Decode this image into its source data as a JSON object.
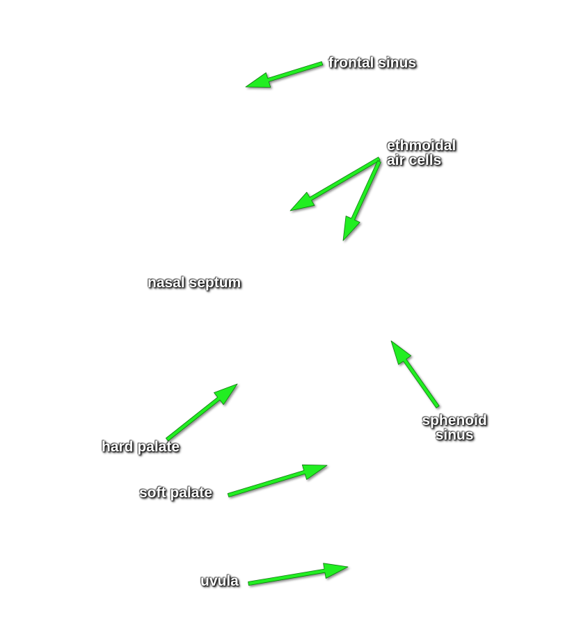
{
  "labels": {
    "frontal_sinus": "frontal sinus",
    "ethmoidal_line1": "ethmoidal",
    "ethmoidal_line2": "air cells",
    "nasal_septum": "nasal septum",
    "sphenoid_line1": "sphenoid",
    "sphenoid_line2": "sinus",
    "hard_palate": "hard palate",
    "soft_palate": "soft palate",
    "uvula": "uvula"
  },
  "colors": {
    "arrow_fill": "#22ee22",
    "arrow_stroke": "#0a7a0a",
    "label_text": "#ffffff",
    "background": "#ffffff"
  }
}
